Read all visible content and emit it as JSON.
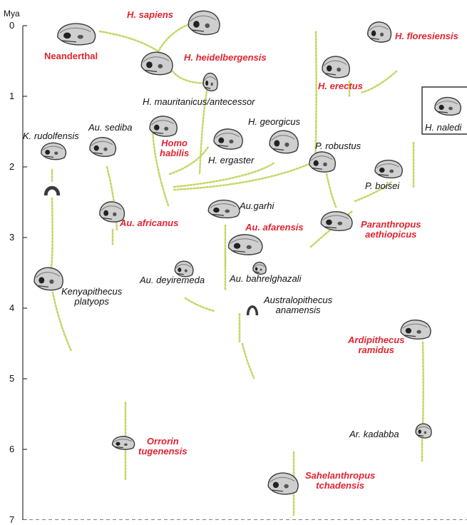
{
  "axis": {
    "unit_label": "Mya",
    "ticks": [
      "0",
      "1",
      "2",
      "3",
      "4",
      "5",
      "6",
      "7"
    ]
  },
  "colors": {
    "highlight": "#e2232f",
    "lineage": "#c8d66a",
    "skull": "#3a3a3a"
  },
  "species": [
    {
      "id": "neanderthal",
      "name": "Neanderthal",
      "red": true
    },
    {
      "id": "h-sapiens",
      "name": "H. sapiens",
      "red": true
    },
    {
      "id": "h-heidelbergensis",
      "name": "H. heidelbergensis",
      "red": true
    },
    {
      "id": "h-mauritanicus",
      "name": "H. mauritanicus/antecessor",
      "red": false
    },
    {
      "id": "h-floresiensis",
      "name": "H. floresiensis",
      "red": true
    },
    {
      "id": "h-erectus",
      "name": "H. erectus",
      "red": true
    },
    {
      "id": "h-naledi",
      "name": "H. naledi",
      "red": false
    },
    {
      "id": "k-rudolfensis",
      "name": "K. rudolfensis",
      "red": false
    },
    {
      "id": "au-sediba",
      "name": "Au. sediba",
      "red": false
    },
    {
      "id": "homo-habilis",
      "name": "Homo\nhabilis",
      "red": true
    },
    {
      "id": "h-georgicus",
      "name": "H. georgicus",
      "red": false
    },
    {
      "id": "h-ergaster",
      "name": "H. ergaster",
      "red": false
    },
    {
      "id": "p-robustus",
      "name": "P. robustus",
      "red": false
    },
    {
      "id": "p-boisei",
      "name": "P. boisei",
      "red": false
    },
    {
      "id": "au-africanus",
      "name": "Au. africanus",
      "red": true
    },
    {
      "id": "au-garhi",
      "name": "Au.garhi",
      "red": false
    },
    {
      "id": "au-afarensis",
      "name": "Au. afarensis",
      "red": true
    },
    {
      "id": "paranthropus-aethiopicus",
      "name": "Paranthropus\naethiopicus",
      "red": true
    },
    {
      "id": "au-deyiremeda",
      "name": "Au. deyiremeda",
      "red": false
    },
    {
      "id": "au-bahrelghazali",
      "name": "Au. bahrelghazali",
      "red": false
    },
    {
      "id": "kenyapithecus-platyops",
      "name": "Kenyapithecus\nplatyops",
      "red": false
    },
    {
      "id": "australopithecus-anamensis",
      "name": "Australopithecus\nanamensis",
      "red": false
    },
    {
      "id": "ardipithecus-ramidus",
      "name": "Ardipithecus\nramidus",
      "red": true
    },
    {
      "id": "ar-kadabba",
      "name": "Ar. kadabba",
      "red": false
    },
    {
      "id": "orrorin-tugenensis",
      "name": "Orrorin\ntugenensis",
      "red": true
    },
    {
      "id": "sahelanthropus-tchadensis",
      "name": "Sahelanthropus\ntchadensis",
      "red": true
    }
  ]
}
